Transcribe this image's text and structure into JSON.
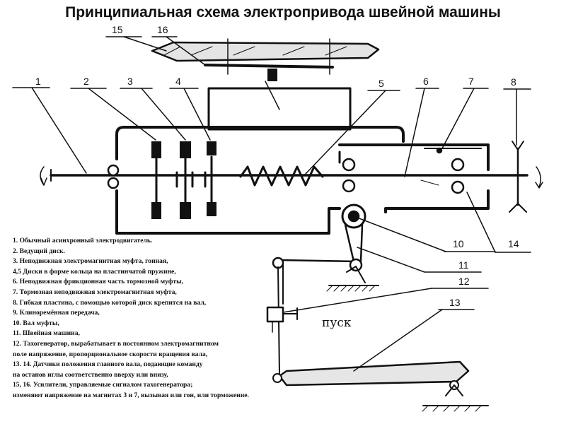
{
  "title": "Принципиальная схема электропривода швейной машины",
  "labels": {
    "n1": "1",
    "n2": "2",
    "n3": "3",
    "n4": "4",
    "n5": "5",
    "n6": "6",
    "n7": "7",
    "n8": "8",
    "n10": "10",
    "n11": "11",
    "n12": "12",
    "n13": "13",
    "n14": "14",
    "n15": "15",
    "n16": "16",
    "pusk": "пуск"
  },
  "legend": [
    "1.   Обычный асинхронный электродвигатель.",
    "2. Ведущий диск.",
    "3. Неподвижная электромагнитная муфта, гонная,",
    "4,5 Диски в форме кольца на пластинчатой пружине,",
    "6. Неподвижная фрикционная часть тормозной муфты,",
    "7. Тормозная неподвижная электромагнитная муфта,",
    "8. Гибкая пластина, с помощью которой диск крепится на вал,",
    "9. Клиноремённая передача,",
    "10. Вал муфты,",
    "11. Швейная машина,",
    "12. Тахогенератор, вырабатывает в постоянном электромагнитном",
    " поле напряжение, пропорциональное скорости вращения вала,",
    "13. 14. Датчики положения главного вала, подающие команду",
    "на останов иглы соответственно вверху или внизу,",
    "15, 16. Усилители, управляемые сигналом тахогенератора;",
    "изменяют напряжение на магнитах 3 и 7, вызывая или гон, или торможение."
  ]
}
